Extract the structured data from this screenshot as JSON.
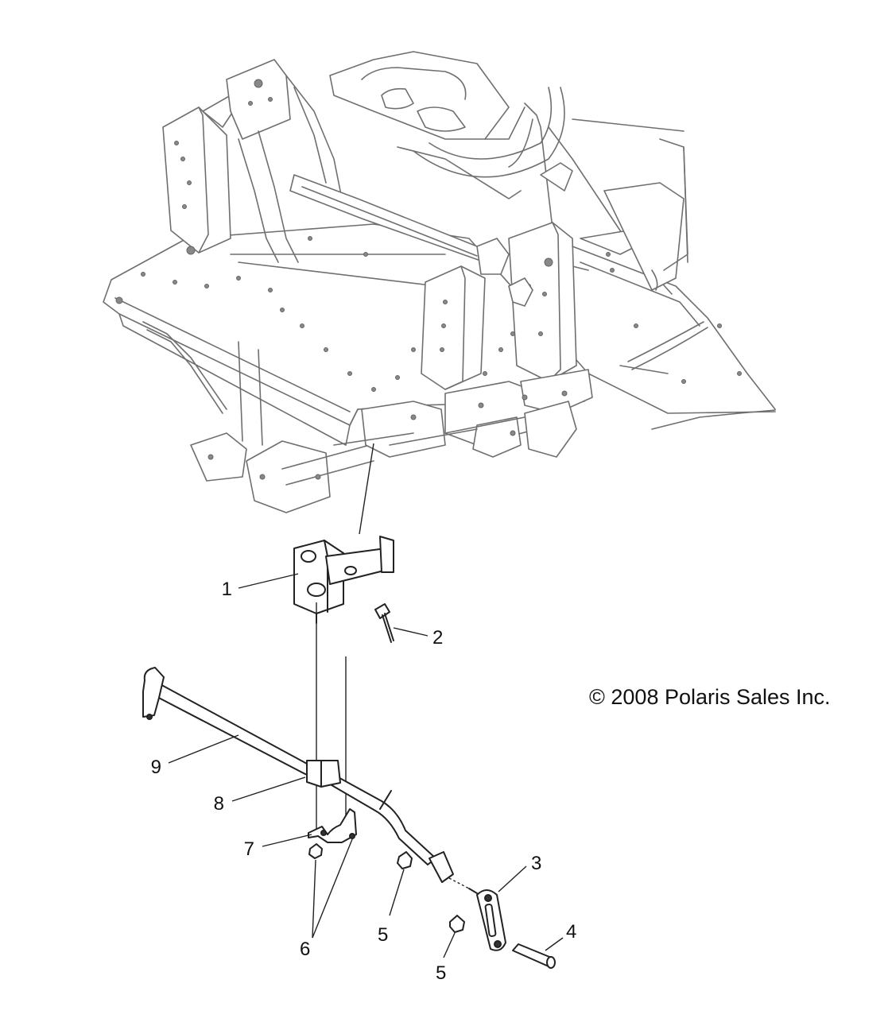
{
  "copyright": "© 2008 Polaris Sales Inc.",
  "callouts": [
    {
      "id": 1,
      "label": "1"
    },
    {
      "id": 2,
      "label": "2"
    },
    {
      "id": 3,
      "label": "3"
    },
    {
      "id": 4,
      "label": "4"
    },
    {
      "id": 5,
      "label": "5"
    },
    {
      "id": 6,
      "label": "5"
    },
    {
      "id": 7,
      "label": "6"
    },
    {
      "id": 8,
      "label": "7"
    },
    {
      "id": 9,
      "label": "8"
    },
    {
      "id": 10,
      "label": "9"
    }
  ]
}
